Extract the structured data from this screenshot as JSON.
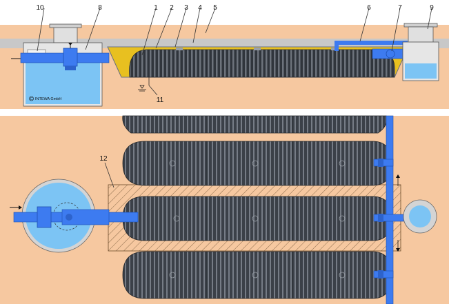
{
  "callouts": {
    "c1": "1",
    "c2": "2",
    "c3": "3",
    "c4": "4",
    "c5": "5",
    "c6": "6",
    "c7": "7",
    "c8": "8",
    "c9": "9",
    "c10": "10",
    "c11": "11",
    "c12": "12"
  },
  "watermark": "INTEWA GmbH",
  "copyright_symbol": "C",
  "colors": {
    "soil": "#f6c8a0",
    "gravel_band": "#c8c8c8",
    "water": "#7cc4f4",
    "pipe": "#3d7bf0",
    "tank_dark": "#3b4048",
    "tank_rib": "#7d838c",
    "sand_bed": "#e8c020",
    "shaft_grey": "#e0e0e0",
    "bed_hatch": "#8a6a4a"
  },
  "icons": {
    "flow_arrow": "arrow-right-icon",
    "groundwater_marker": "water-level-icon",
    "vent_arrow": "arrow-up-icon"
  }
}
